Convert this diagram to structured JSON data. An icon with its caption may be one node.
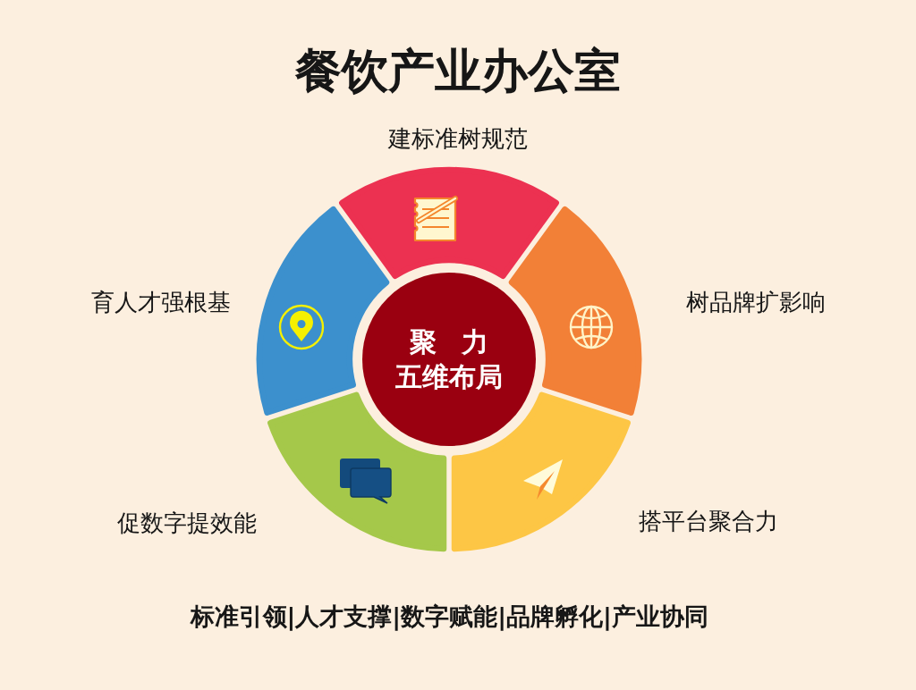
{
  "diagram": {
    "title": "餐饮产业办公室",
    "nodes": [
      {
        "text": [
          "聚 力",
          "五维布局"
        ]
      },
      {
        "text": [
          "建标准树规范"
        ]
      },
      {
        "text": [
          "树品牌扩影响"
        ]
      },
      {
        "text": [
          "搭平台聚合力"
        ]
      },
      {
        "text": [
          "促数字提效能"
        ]
      },
      {
        "text": [
          "育人才强根基"
        ]
      }
    ],
    "labels": [
      "标准引领|人才支撑|数字赋能|品牌孵化|产业协同"
    ]
  }
}
